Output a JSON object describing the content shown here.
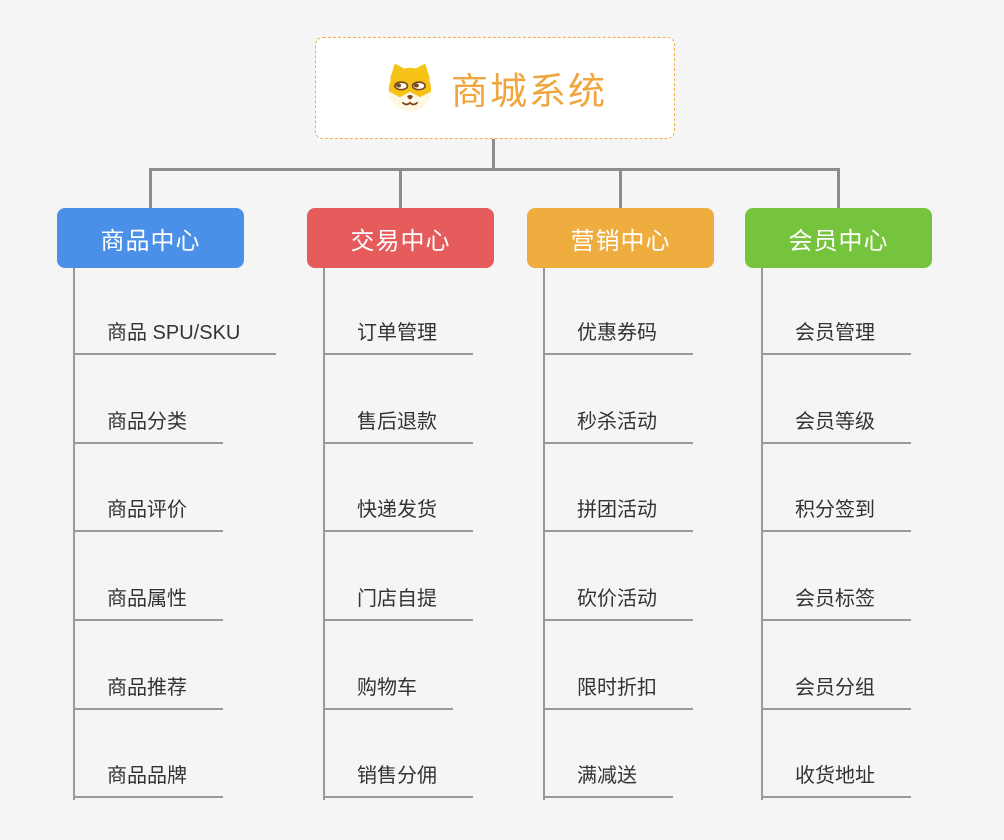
{
  "page": {
    "background": "#F5F5F5",
    "connector_color": "#8C8C8C",
    "leaf_line_color": "#999999",
    "leaf_text_color": "#333333"
  },
  "root": {
    "title": "商城系统",
    "accent": "#F0A63F",
    "border_color": "#F3AC4C",
    "icon": "shiba-dog-icon"
  },
  "branches": [
    {
      "id": "product-center",
      "label": "商品中心",
      "color": "#4A90E8",
      "items": [
        "商品 SPU/SKU",
        "商品分类",
        "商品评价",
        "商品属性",
        "商品推荐",
        "商品品牌"
      ]
    },
    {
      "id": "trade-center",
      "label": "交易中心",
      "color": "#E65B5B",
      "items": [
        "订单管理",
        "售后退款",
        "快递发货",
        "门店自提",
        "购物车",
        "销售分佣"
      ]
    },
    {
      "id": "marketing-center",
      "label": "营销中心",
      "color": "#EFAC3F",
      "items": [
        "优惠券码",
        "秒杀活动",
        "拼团活动",
        "砍价活动",
        "限时折扣",
        "满减送"
      ]
    },
    {
      "id": "member-center",
      "label": "会员中心",
      "color": "#76C33E",
      "items": [
        "会员管理",
        "会员等级",
        "积分签到",
        "会员标签",
        "会员分组",
        "收货地址"
      ]
    }
  ]
}
